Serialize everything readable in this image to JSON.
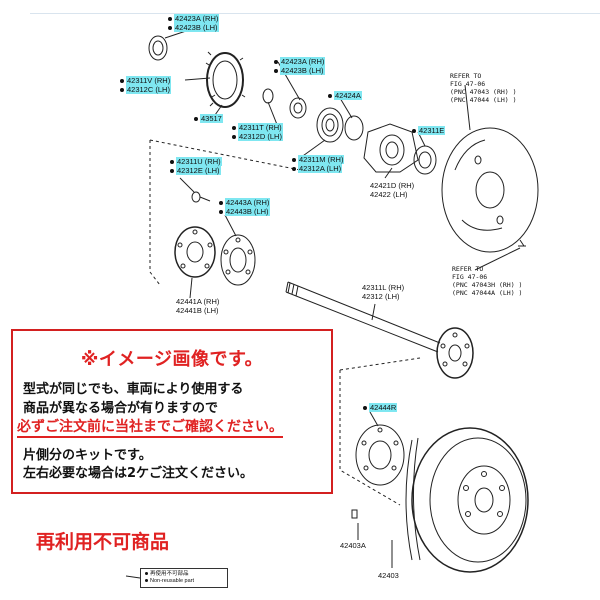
{
  "parts": {
    "p42423A_RH": "42423A (RH)",
    "p42423B_LH": "42423B (LH)",
    "p42311V_RH": "42311V (RH)",
    "p42312C_LH": "42312C (LH)",
    "p43517": "43517",
    "p42423A_RH_2": "42423A (RH)",
    "p42423B_LH_2": "42423B (LH)",
    "p42424A": "42424A",
    "p42311T_RH": "42311T (RH)",
    "p42312D_LH": "42312D (LH)",
    "p42311M_RH": "42311M (RH)",
    "p42312A_LH": "42312A (LH)",
    "p42311E": "42311E",
    "p42421D_RH": "42421D (RH)",
    "p42422_LH": "42422 (LH)",
    "p42311U_RH": "42311U (RH)",
    "p42312E_LH": "42312E (LH)",
    "p42443A_RH": "42443A (RH)",
    "p42443B_LH": "42443B (LH)",
    "p42441A_RH": "42441A (RH)",
    "p42441B_LH": "42441B (LH)",
    "p42311L_RH": "42311L (RH)",
    "p42312_LH": "42312 (LH)",
    "p42444R": "42444R",
    "p42403A": "42403A",
    "p42403": "42403"
  },
  "refer1": {
    "l1": "REFER TO",
    "l2": "FIG 47-06",
    "l3": "(PNC 47043 (RH) )",
    "l4": "(PNC 47044 (LH) )"
  },
  "refer2": {
    "l1": "REFER TO",
    "l2": "FIG 47-06",
    "l3": "(PNC 47043H (RH) )",
    "l4": "(PNC 47044A (LH) )"
  },
  "notice": {
    "title": "※イメージ画像です。",
    "line1": "型式が同じでも、車両により使用する",
    "line2": "商品が異なる場合が有りますので",
    "line3": "必ずご注文前に当社までご確認ください。",
    "line4": "片側分のキットです。",
    "line5": "左右必要な場合は2ケご注文ください。"
  },
  "nonreusable": "再利用不可商品",
  "legend": {
    "ja": "再使用不可部品",
    "en": "Non-reusable part"
  },
  "colors": {
    "highlight": "#7fe7f1",
    "notice_red": "#e02222",
    "topline": "#d9e4ee"
  }
}
